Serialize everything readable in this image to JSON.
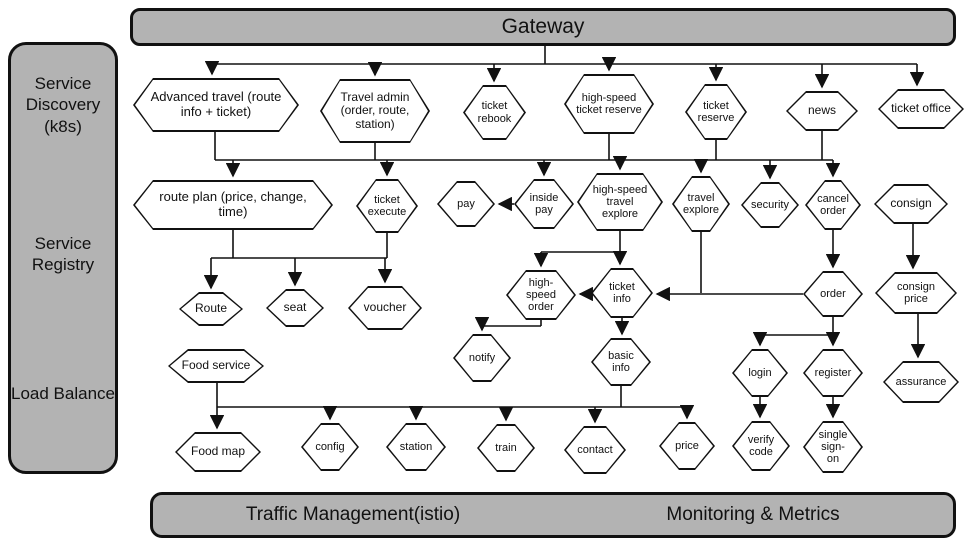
{
  "header": {
    "gateway": "Gateway"
  },
  "sidebar": {
    "items": [
      "Service Discovery (k8s)",
      "Service Registry",
      "Load Balance"
    ]
  },
  "footer": {
    "left": "Traffic Management(istio)",
    "right": "Monitoring & Metrics"
  },
  "colors": {
    "bar_fill": "#b3b3b3",
    "border": "#111111",
    "node_fill": "#ffffff"
  },
  "nodes": {
    "advanced_travel": "Advanced travel (route info + ticket)",
    "travel_admin": "Travel admin (order, route, station)",
    "ticket_rebook": "ticket rebook",
    "hs_ticket_reserve": "high-speed ticket reserve",
    "ticket_reserve": "ticket reserve",
    "news": "news",
    "ticket_office": "ticket office",
    "route_plan": "route plan (price, change, time)",
    "ticket_execute": "ticket execute",
    "pay": "pay",
    "inside_pay": "inside pay",
    "hs_travel_explore": "high-speed travel explore",
    "travel_explore": "travel explore",
    "security": "security",
    "cancel_order": "cancel order",
    "consign": "consign",
    "route": "Route",
    "seat": "seat",
    "voucher": "voucher",
    "hs_order": "high-speed order",
    "ticket_info": "ticket info",
    "order": "order",
    "consign_price": "consign price",
    "food_service": "Food service",
    "notify": "notify",
    "basic_info": "basic info",
    "login": "login",
    "register": "register",
    "assurance": "assurance",
    "food_map": "Food map",
    "config": "config",
    "station": "station",
    "train": "train",
    "contact": "contact",
    "price": "price",
    "verify_code": "verify code",
    "single_sign_on": "single sign-on"
  }
}
